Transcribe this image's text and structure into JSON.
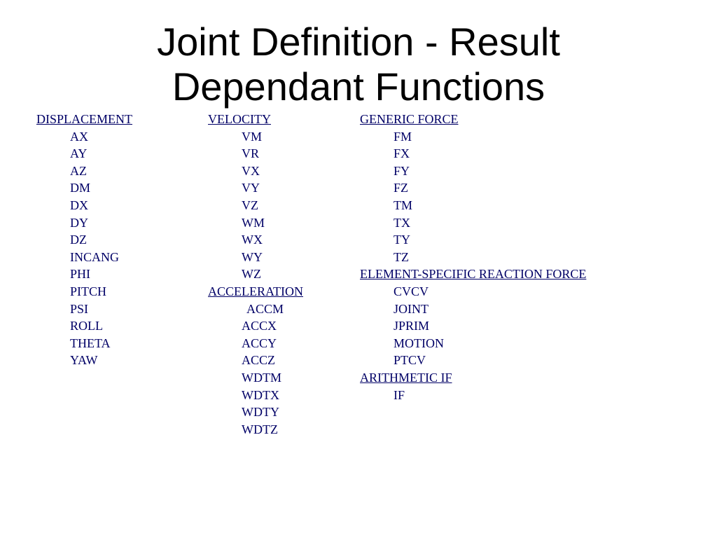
{
  "title": {
    "line1": "Joint Definition - Result",
    "line2": "Dependant Functions"
  },
  "columns": [
    [
      {
        "type": "head",
        "text": "DISPLACEMENT"
      },
      {
        "type": "item",
        "text": "AX"
      },
      {
        "type": "item",
        "text": "AY"
      },
      {
        "type": "item",
        "text": "AZ"
      },
      {
        "type": "item",
        "text": "DM"
      },
      {
        "type": "item",
        "text": "DX"
      },
      {
        "type": "item",
        "text": "DY"
      },
      {
        "type": "item",
        "text": "DZ"
      },
      {
        "type": "item",
        "text": "INCANG"
      },
      {
        "type": "item",
        "text": "PHI"
      },
      {
        "type": "item",
        "text": "PITCH"
      },
      {
        "type": "item",
        "text": "PSI"
      },
      {
        "type": "item",
        "text": "ROLL"
      },
      {
        "type": "item",
        "text": "THETA"
      },
      {
        "type": "item",
        "text": "YAW"
      }
    ],
    [
      {
        "type": "head",
        "text": "VELOCITY"
      },
      {
        "type": "item",
        "text": "VM"
      },
      {
        "type": "item",
        "text": "VR"
      },
      {
        "type": "item",
        "text": "VX"
      },
      {
        "type": "item",
        "text": "VY"
      },
      {
        "type": "item",
        "text": "VZ"
      },
      {
        "type": "item",
        "text": "WM"
      },
      {
        "type": "item",
        "text": "WX"
      },
      {
        "type": "item",
        "text": "WY"
      },
      {
        "type": "item",
        "text": "WZ"
      },
      {
        "type": "head",
        "text": "ACCELERATION"
      },
      {
        "type": "item",
        "text": "ACCM",
        "extra": true
      },
      {
        "type": "item",
        "text": "ACCX"
      },
      {
        "type": "item",
        "text": "ACCY"
      },
      {
        "type": "item",
        "text": "ACCZ"
      },
      {
        "type": "item",
        "text": "WDTM"
      },
      {
        "type": "item",
        "text": "WDTX"
      },
      {
        "type": "item",
        "text": "WDTY"
      },
      {
        "type": "item",
        "text": "WDTZ"
      }
    ],
    [
      {
        "type": "head",
        "text": "GENERIC FORCE"
      },
      {
        "type": "item",
        "text": "FM"
      },
      {
        "type": "item",
        "text": "FX"
      },
      {
        "type": "item",
        "text": "FY"
      },
      {
        "type": "item",
        "text": "FZ"
      },
      {
        "type": "item",
        "text": "TM"
      },
      {
        "type": "item",
        "text": "TX"
      },
      {
        "type": "item",
        "text": "TY"
      },
      {
        "type": "item",
        "text": "TZ"
      },
      {
        "type": "head",
        "text": "ELEMENT-SPECIFIC REACTION FORCE"
      },
      {
        "type": "item",
        "text": "CVCV"
      },
      {
        "type": "item",
        "text": "JOINT"
      },
      {
        "type": "item",
        "text": "JPRIM"
      },
      {
        "type": "item",
        "text": "MOTION"
      },
      {
        "type": "item",
        "text": "PTCV"
      },
      {
        "type": "head",
        "text": "ARITHMETIC IF"
      },
      {
        "type": "item",
        "text": "IF"
      }
    ]
  ],
  "colors": {
    "title": "#000000",
    "body_text": "#000066",
    "background": "#ffffff"
  }
}
